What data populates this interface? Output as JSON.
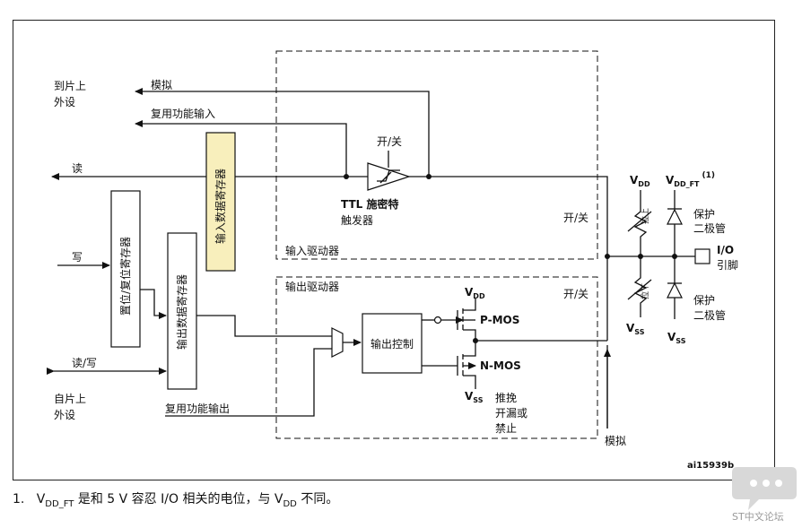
{
  "labels": {
    "to_periph_1": "到片上",
    "to_periph_2": "外设",
    "from_periph_1": "自片上",
    "from_periph_2": "外设",
    "analog": "模拟",
    "analog_bottom": "模拟",
    "alt_input": "复用功能输入",
    "alt_output": "复用功能输出",
    "read": "读",
    "write": "写",
    "read_write": "读/写",
    "onoff_trigger": "开/关",
    "ttl_1": "TTL 施密特",
    "ttl_2": "触发器",
    "input_driver": "输入驱动器",
    "output_driver": "输出驱动器",
    "input_data_reg": "输入数据寄存器",
    "bsrr_reg": "置位/复位寄存器",
    "output_data_reg": "输出数据寄存器",
    "output_control": "输出控制",
    "pmos": "P-MOS",
    "nmos": "N-MOS",
    "vdd": "V",
    "vdd_sub": "DD",
    "vss": "V",
    "vss_sub": "SS",
    "vdd_ft": "V",
    "vdd_ft_sub": "DD_FT",
    "vdd_ft_sup": "(1)",
    "pushpull_1": "推挽",
    "pushpull_2": "开漏或",
    "pushpull_3": "禁止",
    "onoff_pu": "开/关",
    "onoff_pd": "开/关",
    "pull_up": "拉上",
    "pull_down": "拉下",
    "prot_1": "保护",
    "prot_2": "二极管",
    "io_1": "I/O",
    "io_2": "引脚",
    "figure_id": "ai15939b"
  },
  "footnote": {
    "num": "1.",
    "v1": "V",
    "v1_sub": "DD_FT",
    "text1": " 是和 5 V 容忍 I/O 相关的电位，与 ",
    "v2": "V",
    "v2_sub": "DD",
    "text2": " 不同。"
  },
  "watermark": "ST中文论坛"
}
